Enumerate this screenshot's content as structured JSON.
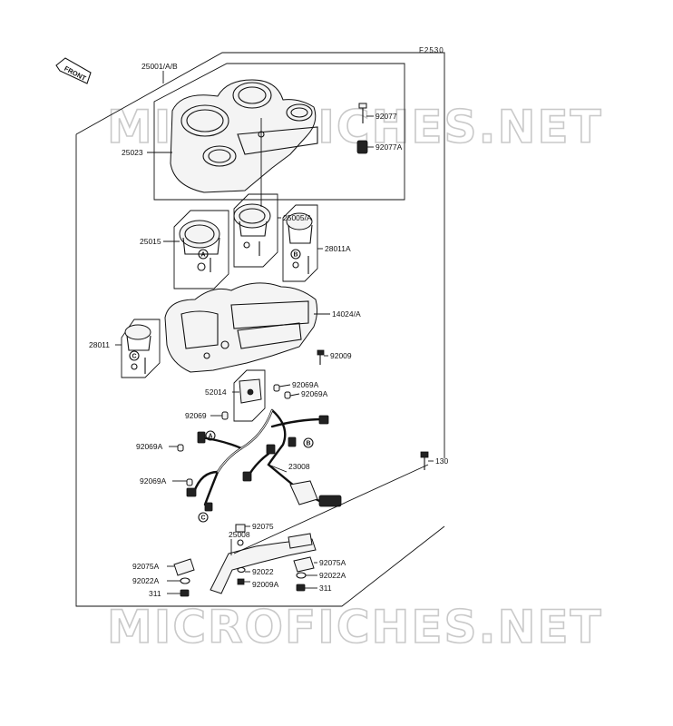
{
  "figure_code": "F2530",
  "front_label": "FRONT",
  "watermark_text": "MICROFICHES.NET",
  "parts": {
    "p25001": "25001/A/B",
    "p92077": "92077",
    "p92077a": "92077A",
    "p25023": "25023",
    "p25005": "25005/A",
    "p25015": "25015",
    "p28011a": "28011A",
    "p14024": "14024/A",
    "p28011": "28011",
    "p92009": "92009",
    "p52014": "52014",
    "p92069a_1": "92069A",
    "p92069a_2": "92069A",
    "p92069": "92069",
    "p92069a_3": "92069A",
    "p92069a_4": "92069A",
    "p23008": "23008",
    "p130": "130",
    "p92075": "92075",
    "p25008": "25008",
    "p92075a_l": "92075A",
    "p92022": "92022",
    "p92022a_l": "92022A",
    "p92009a": "92009A",
    "p311_l": "311",
    "p92075a_r": "92075A",
    "p92022a_r": "92022A",
    "p311_r": "311"
  },
  "callouts": {
    "a1": "A",
    "b1": "B",
    "a2": "A",
    "b2": "B",
    "c1": "C",
    "c2": "C"
  }
}
